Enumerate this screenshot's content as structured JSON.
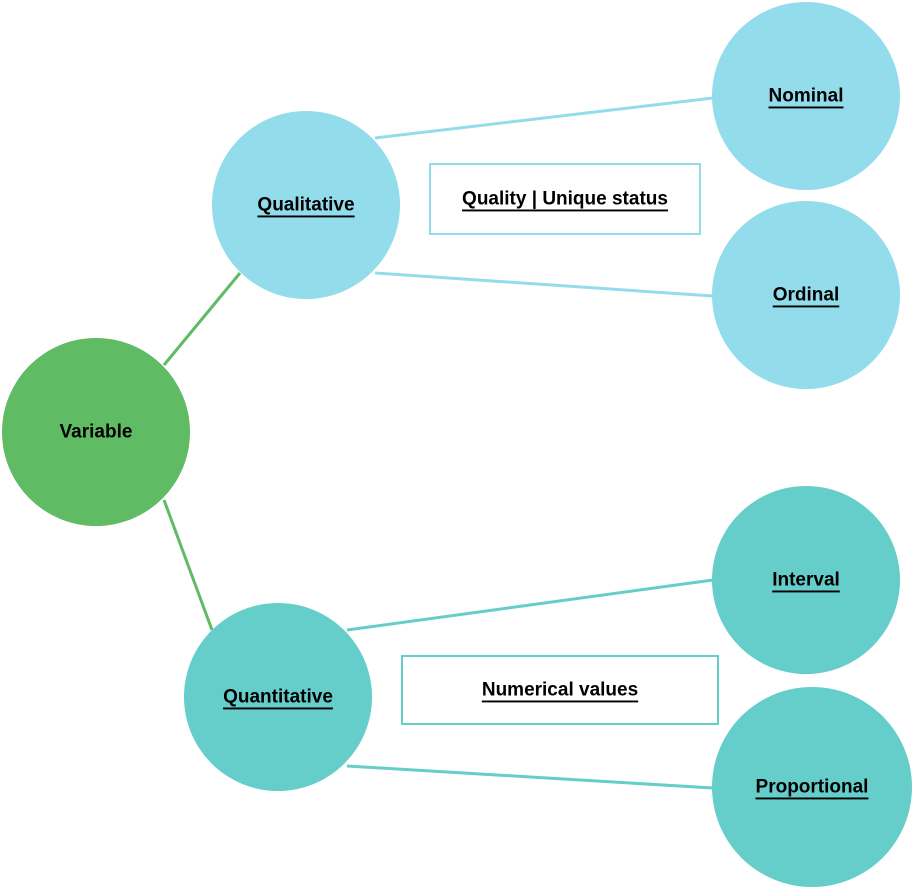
{
  "colors": {
    "root": "#5fbb64",
    "qualitative": "#93dceb",
    "quantitative": "#65cdca",
    "root_connector": "#5fbb64",
    "qualitative_connector": "#93dceb",
    "quantitative_connector": "#65cdca"
  },
  "nodes": {
    "variable": "Variable",
    "qualitative": "Qualitative",
    "nominal": "Nominal",
    "ordinal": "Ordinal",
    "quantitative": "Quantitative",
    "interval": "Interval",
    "proportional": "Proportional"
  },
  "descriptions": {
    "qualitative": "Quality | Unique status",
    "quantitative": "Numerical values"
  }
}
